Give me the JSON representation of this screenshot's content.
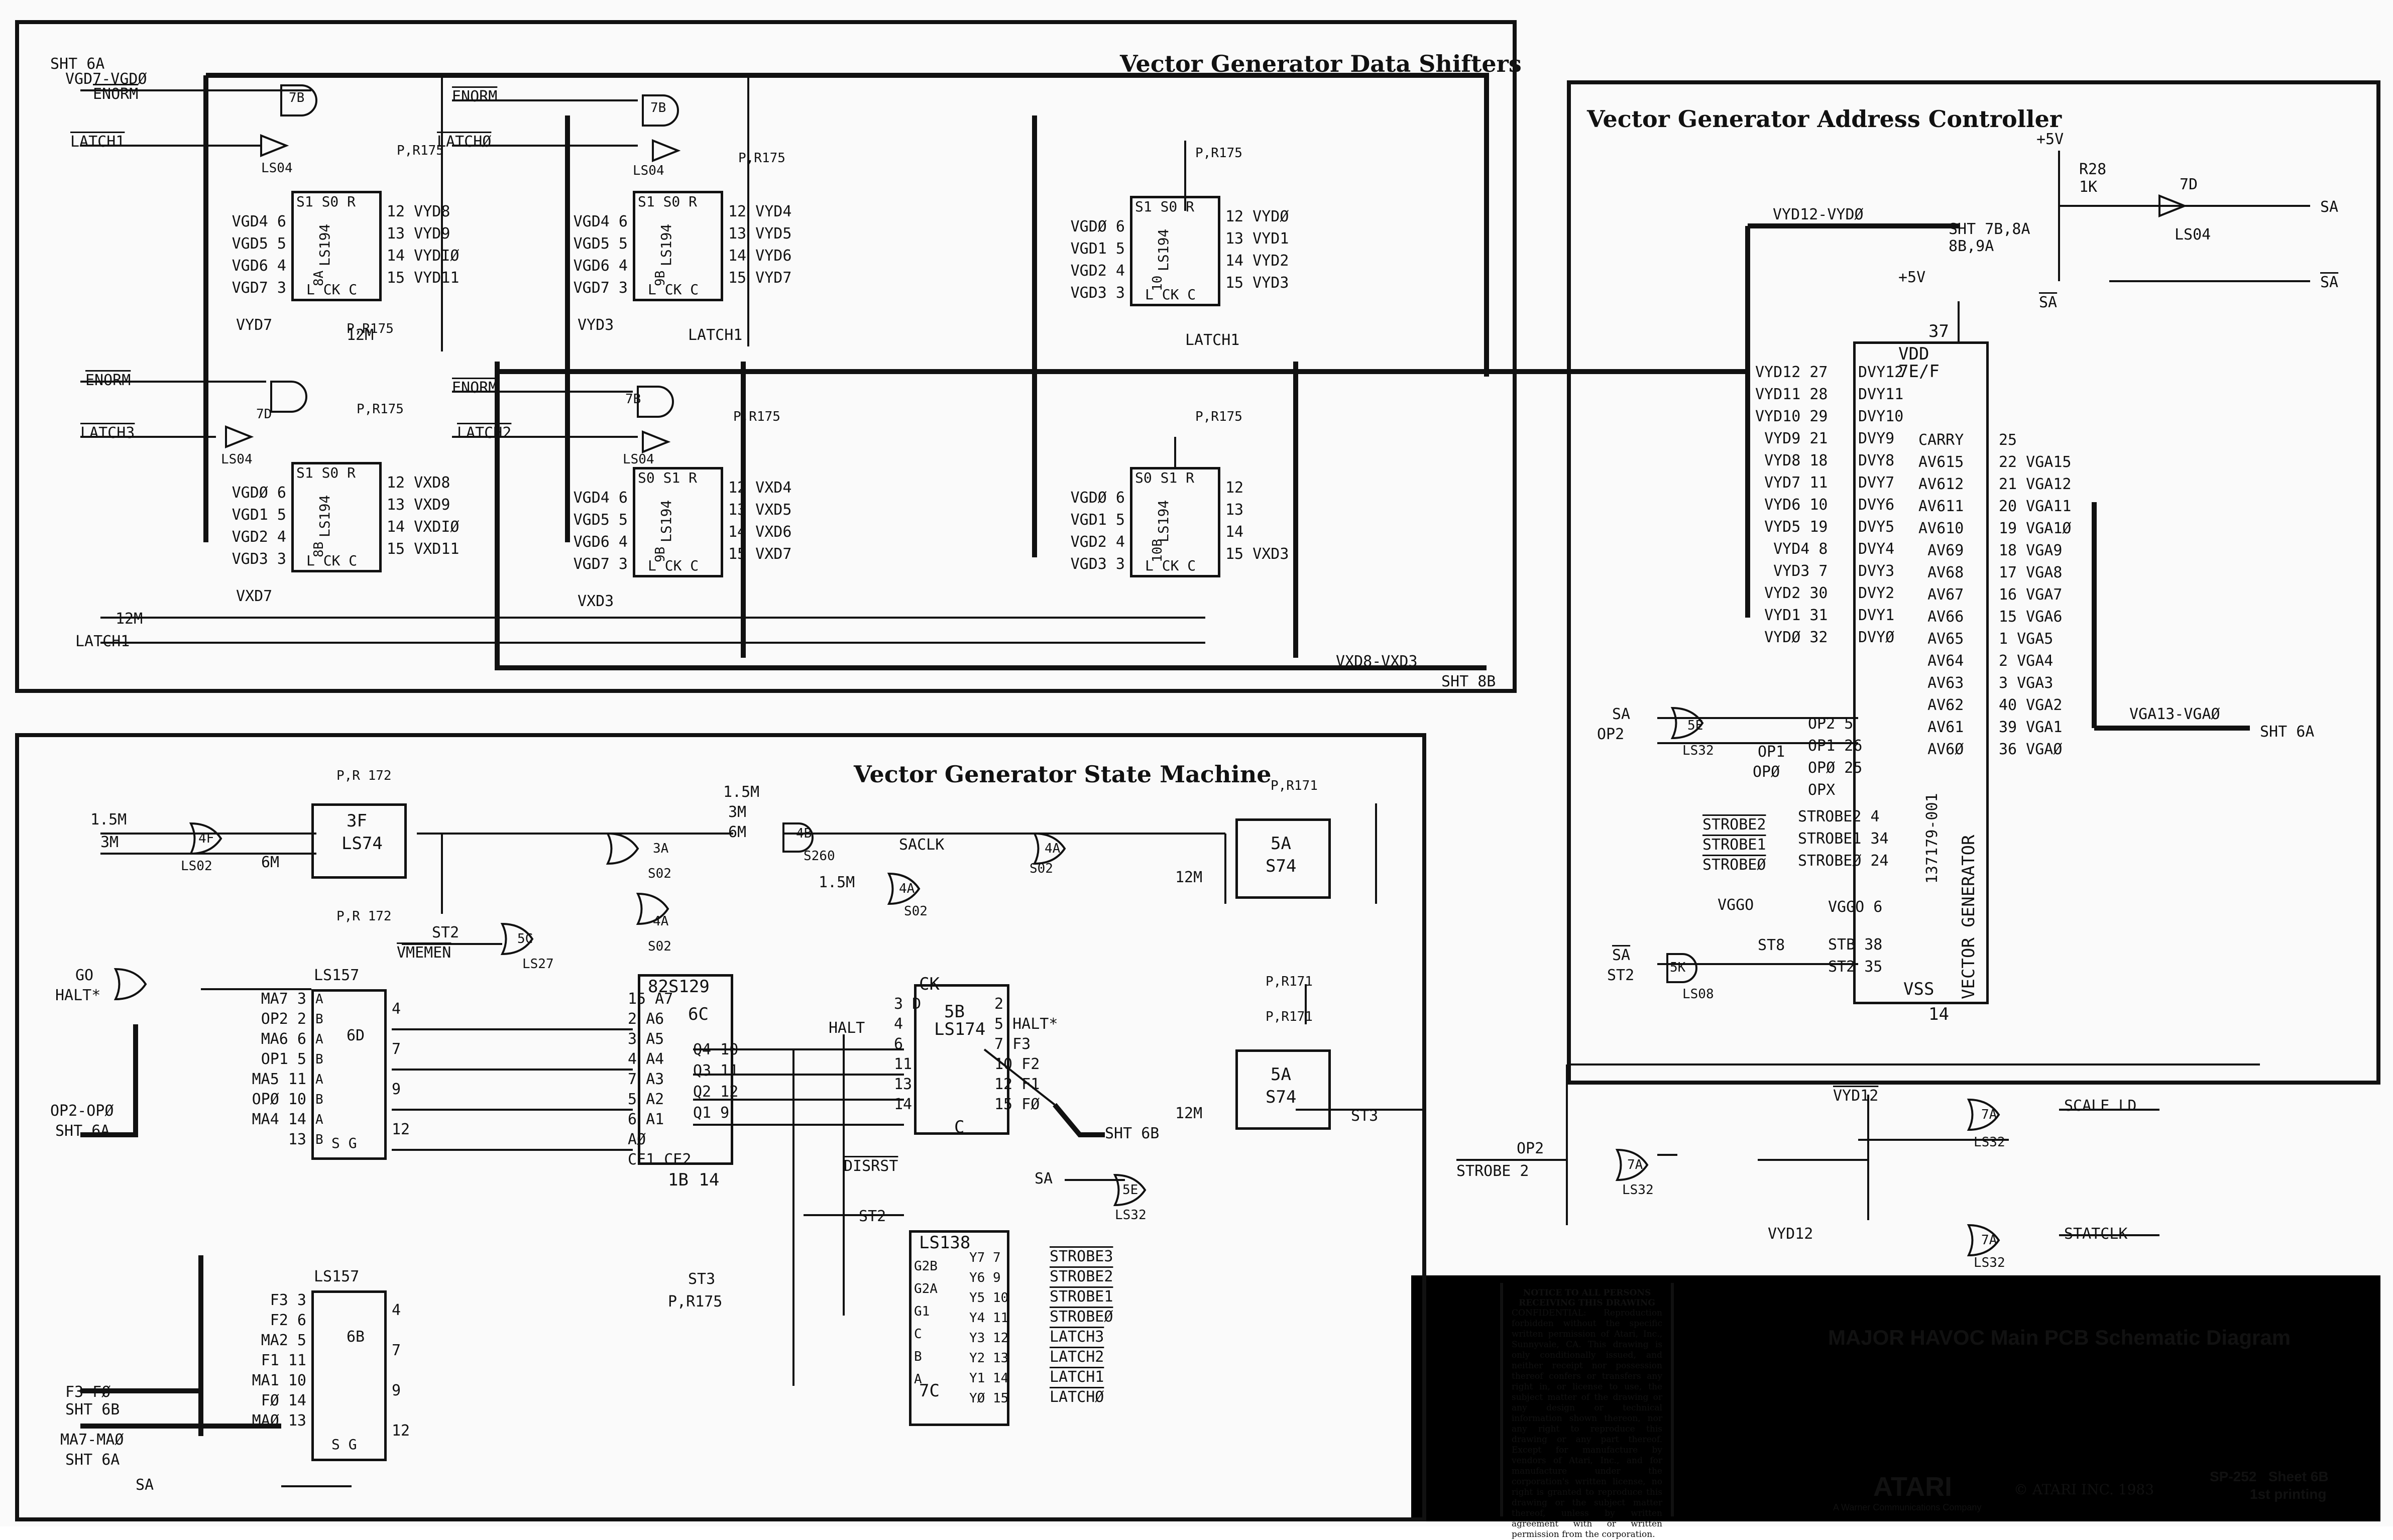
{
  "panels": {
    "data_shifters": "Vector Generator Data Shifters",
    "address_controller": "Vector Generator Address Controller",
    "state_machine": "Vector Generator State Machine"
  },
  "shifters": {
    "inputs_top": [
      "SHT 6A",
      "VGD7-VGDØ",
      "ENORM",
      "LATCH1"
    ],
    "inputs_mid": [
      "ENORM",
      "LATCHØ"
    ],
    "inputs_low": [
      "ENORM",
      "LATCH3"
    ],
    "inputs_low_mid": [
      "ENORM",
      "LATCH2"
    ],
    "gate_7b": "7B",
    "gate_7d": "7D",
    "ls04": "LS04",
    "pull": "P,R175",
    "chips": [
      {
        "name": "LS194",
        "loc": "8A",
        "ctl": "S1 S0 R",
        "pins": "VGD4 6\nVGD5 5\nVGD6 4\nVGD7 3",
        "outs": "12 VYD8\n13 VYD9\n14 VYDIØ\n15 VYD11",
        "clk": "L CK C",
        "below": "VYD7",
        "clockin": "12M"
      },
      {
        "name": "LS194",
        "loc": "9B",
        "ctl": "S1 S0 R",
        "pins": "VGD4 6\nVGD5 5\nVGD6 4\nVGD7 3",
        "outs": "12 VYD4\n13 VYD5\n14 VYD6\n15 VYD7",
        "clk": "L CK C",
        "below": "VYD3",
        "clockin": "LATCH1"
      },
      {
        "name": "LS194",
        "loc": "10",
        "ctl": "S1 S0 R",
        "pins": "VGDØ 6\nVGD1 5\nVGD2 4\nVGD3 3",
        "outs": "12 VYDØ\n13 VYD1\n14 VYD2\n15 VYD3",
        "clk": "L CK C",
        "below": "",
        "clockin": "LATCH1"
      },
      {
        "name": "LS194",
        "loc": "8B",
        "ctl": "S1 S0 R",
        "pins": "VGDØ 6\nVGD1 5\nVGD2 4\nVGD3 3",
        "outs": "12 VXD8\n13 VXD9\n14 VXDIØ\n15 VXD11",
        "clk": "L CK C",
        "below": "VXD7",
        "clockin": ""
      },
      {
        "name": "LS194",
        "loc": "9B",
        "ctl": "S0 S1 R",
        "pins": "VGD4 6\nVGD5 5\nVGD6 4\nVGD7 3",
        "outs": "12 VXD4\n13 VXD5\n14 VXD6\n15 VXD7",
        "clk": "L CK C",
        "below": "VXD3",
        "clockin": ""
      },
      {
        "name": "LS194",
        "loc": "10B",
        "ctl": "S0 S1 R",
        "pins": "VGDØ 6\nVGD1 5\nVGD2 4\nVGD3 3",
        "outs": "12\n13\n14\n15 VXD3",
        "clk": "L CK C",
        "below": "",
        "clockin": ""
      }
    ],
    "bottom_labels": [
      "12M",
      "LATCH1"
    ],
    "bus_out": "VXD8-VXD3",
    "bus_sheet": "SHT 8B"
  },
  "address": {
    "vcc": "+5V",
    "r28": "R28",
    "r28_val": "1K",
    "sa_label": "SA",
    "sa_bar_label": "SA",
    "gate_7d": "7D",
    "ls04": "LS04",
    "bus_in": "VYD12-VYDØ",
    "bus_sheet": "SHT 7B,8A\n8B,9A",
    "vcc2": "+5V",
    "chip_name": "7E/F",
    "chip_vdd": "VDD",
    "chip_vdd_pin": "37",
    "chip_vss": "VSS",
    "chip_vss_pin": "14",
    "chip_part": "137179-001",
    "chip_role": "VECTOR GENERATOR",
    "left_pins": "VYD12 27\nVYD11 28\nVYD10 29\nVYD9 21\nVYD8 18\nVYD7 11\nVYD6 10\nVYD5 19\nVYD4 8\nVYD3 7\nVYD2 30\nVYD1 31\nVYDØ 32",
    "inner_left": "DVY12\nDVY11\nDVY10\nDVY9\nDVY8\nDVY7\nDVY6\nDVY5\nDVY4\nDVY3\nDVY2\nDVY1\nDVYØ",
    "inner_right": "CARRY\nAV615\nAV612\nAV611\nAV610\nAV69\nAV68\nAV67\nAV66\nAV65\nAV64\nAV63\nAV62\nAV61\nAV6Ø",
    "right_pins": "25\n22 VGA15\n21 VGA12\n20 VGA11\n19 VGA1Ø\n18 VGA9\n17 VGA8\n16 VGA7\n15 VGA6\n1 VGA5\n2 VGA4\n3 VGA3\n40 VGA2\n39 VGA1\n36 VGAØ",
    "bus_out": "VGA13-VGAØ",
    "bus_out_sheet": "SHT 6A",
    "op_pins": "OP2 5\nOP1 26\nOPØ 25\nOPX",
    "strobe_pins": "STROBE2 4\nSTROBE1 34\nSTROBEØ 24",
    "vggo": "VGGO 6",
    "stb": "STB 38\nST2 35",
    "sa_op2": [
      "SA",
      "OP2"
    ],
    "gate_5e": "5E",
    "ls32": "LS32",
    "op1": "OP1",
    "opo": "OPØ",
    "strobes_in": [
      "STROBE2",
      "STROBE1",
      "STROBEØ"
    ],
    "vggo_in": "VGGO",
    "st8": "ST8",
    "sa_st2": [
      "SA",
      "ST2"
    ],
    "gate_5k": "5K",
    "ls08": "LS08"
  },
  "state": {
    "inputs": [
      "1.5M",
      "3M"
    ],
    "gate_4f": "4F",
    "ls02": "LS02",
    "ff_3f": "3F",
    "ls74": "LS74",
    "sixm": "6M",
    "pull172": "P,R 172",
    "gate_3a": "3A",
    "gate_4a": "4A",
    "s02": "S02",
    "clk_in": [
      "1.5M",
      "3M",
      "6M"
    ],
    "gate_4b": "4B",
    "s260": "S260",
    "saclk": "SACLK",
    "onefivem": "1.5M",
    "gate_4a2": "4A",
    "s02b": "S02",
    "ff_5a": "5A",
    "s74": "S74",
    "pull171": "P,R171",
    "twelvem": "12M",
    "st2": "ST2",
    "gate_5c": "5C",
    "ls27": "LS27",
    "vmemen": "VMEMEN",
    "go_halt": [
      "GO",
      "HALT*"
    ],
    "mux_top": {
      "name": "LS157",
      "loc": "6D",
      "ins": "MA7 3\nOP2 2\nMA6 6\nOP1 5\nMA5 11\nOPØ 10\nMA4 14\n13",
      "ab": "A\nB\nA\nB\nA\nB\nA\nB",
      "outs": "4\n\n7\n\n9\n\n12",
      "foot": "S G"
    },
    "op_bus": "OP2-OPØ",
    "op_sheet": "SHT 6A",
    "prom": {
      "name": "82S129",
      "loc": "6C",
      "pins": "15 A7\n2 A6\n3 A5\n4 A4\n7 A3\n5 A2\n6 A1\nAØ\nCE1 CE2",
      "outs": "Q4 10\nQ3 11\nQ2 12\nQ1 9",
      "foot": "1B 14"
    },
    "ff_5b": {
      "name": "LS174",
      "loc": "5B",
      "ins": "3 D\n4\n6\n11\n13\n14",
      "outs": "2\n5 HALT*\n7 F3\n10 F2\n12 F1\n15 FØ",
      "ck": "CK",
      "clr": "C"
    },
    "halt": "HALT",
    "disrst": "DISRST",
    "f_bus_sheet": "SHT 6B",
    "ff_5a2": "5A",
    "s74b": "S74",
    "st3": "ST3",
    "sa": "SA",
    "gate_5e": "5E",
    "ls32": "LS32",
    "st2b": "ST2",
    "mux_bot": {
      "name": "LS157",
      "loc": "6B",
      "ins": "F3 3\nF2 6\nMA2 5\nF1 11\nMA1 10\nFØ 14\nMAØ 13",
      "outs": "4\n\n7\n\n9\n\n12",
      "foot": "S G"
    },
    "f_bus": "F3-FØ",
    "f_sheet": "SHT 6B",
    "ma_bus": "MA7-MAØ",
    "ma_sheet": "SHT 6A",
    "sa_bottom": "SA",
    "decoder": {
      "name": "LS138",
      "loc": "7C",
      "ins": "G2B\nG2A\nG1\nC\nB\nA",
      "outs": "Y7 7\nY6 9\nY5 10\nY4 11\nY3 12\nY2 13\nY1 14\nYØ 15"
    },
    "st3_in": "ST3",
    "pr175": "P,R175",
    "decoder_outs": [
      "STROBE3",
      "STROBE2",
      "STROBE1",
      "STROBEØ",
      "LATCH3",
      "LATCH2",
      "LATCH1",
      "LATCHØ"
    ]
  },
  "scale": {
    "vyd12": "VYD12",
    "gate_7a": "7A",
    "ls32": "LS32",
    "scale_ld": "SCALE LD",
    "op2": "OP2",
    "strobe2": "STROBE 2",
    "gate_7a2": "7A",
    "ls32b": "LS32",
    "vyd12b": "VYD12",
    "gate_7a3": "7A",
    "ls32c": "LS32",
    "statclk": "STATCLK"
  },
  "title_block": {
    "notice_title": "NOTICE TO ALL PERSONS RECEIVING THIS DRAWING",
    "notice_body": "CONFIDENTIAL: Reproduction forbidden without the specific written permission of Atari, Inc., Sunnyvale, CA. This drawing is only conditionally issued, and neither receipt nor possession thereof confers or transfers any right in, or license to use, the subject matter of the drawing or any design or technical information shown thereon, nor any right to reproduce this drawing or any part thereof. Except for manufacture by vendors of Atari, Inc., and for manufacture under the corporation's written license, no right is granted to reproduce this drawing or the subject matter thereof, unless by written agreement with or written permission from the corporation.",
    "title": "MAJOR HAVOC Main PCB Schematic Diagram",
    "brand": "ATARI",
    "parent": "A Warner Communications Company",
    "copyright": "© ATARI INC. 1983",
    "doc": "SP-252   Sheet 6B",
    "printing": "1st printing"
  }
}
